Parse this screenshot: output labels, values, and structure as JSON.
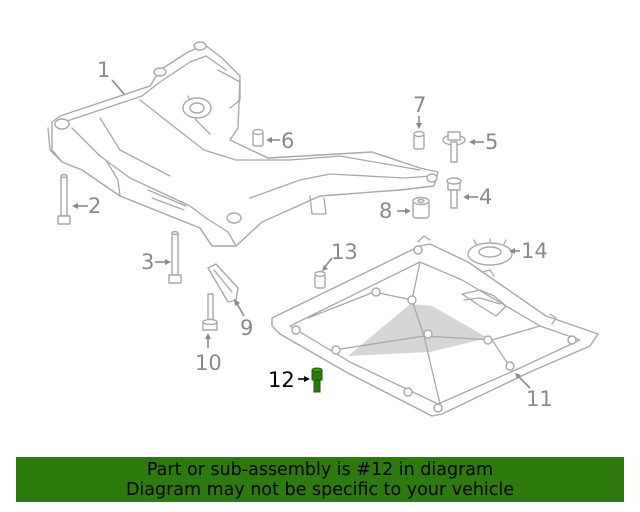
{
  "diagram": {
    "callouts": [
      {
        "id": "1",
        "label": "1"
      },
      {
        "id": "2",
        "label": "2"
      },
      {
        "id": "3",
        "label": "3"
      },
      {
        "id": "4",
        "label": "4"
      },
      {
        "id": "5",
        "label": "5"
      },
      {
        "id": "6",
        "label": "6"
      },
      {
        "id": "7",
        "label": "7"
      },
      {
        "id": "8",
        "label": "8"
      },
      {
        "id": "9",
        "label": "9"
      },
      {
        "id": "10",
        "label": "10"
      },
      {
        "id": "11",
        "label": "11"
      },
      {
        "id": "12",
        "label": "12"
      },
      {
        "id": "13",
        "label": "13"
      },
      {
        "id": "14",
        "label": "14"
      }
    ],
    "highlighted_part": "12",
    "colors": {
      "line_art": "#a8a8a8",
      "callout_text": "#8a8a8a",
      "highlight_text": "#000000",
      "highlight_part": "#2c7a0b",
      "banner_background": "#2c7a0b"
    }
  },
  "banner": {
    "line1": "Part or sub-assembly is #12 in diagram",
    "line2": "Diagram may not be specific to your vehicle"
  }
}
